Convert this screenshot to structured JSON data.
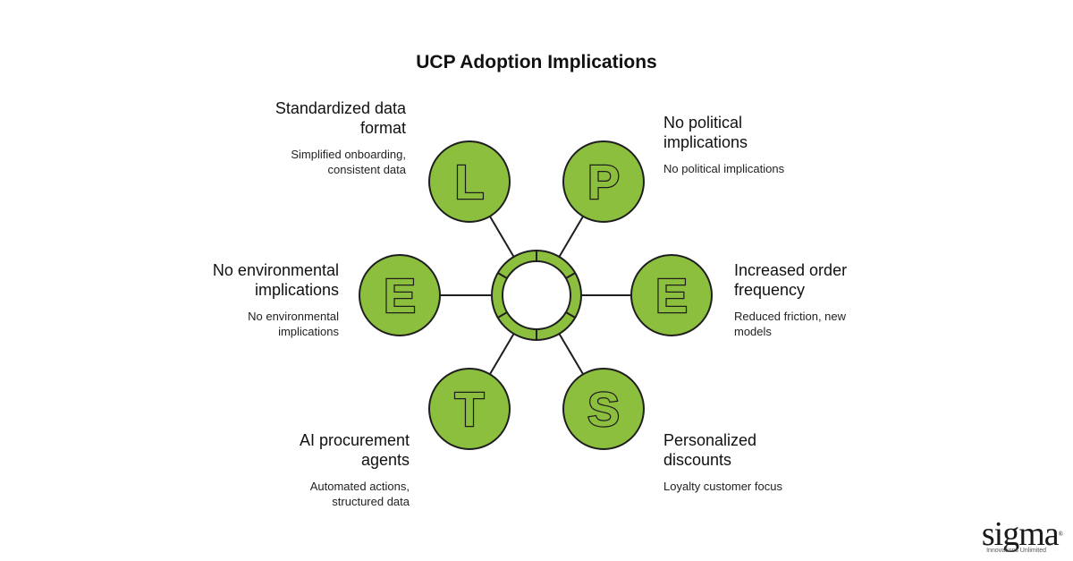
{
  "title": "UCP Adoption Implications",
  "colors": {
    "node_fill": "#8DBF3E",
    "stroke": "#1e1e1e",
    "hub_fill": "#ffffff"
  },
  "factors": [
    {
      "id": "legal",
      "letter": "L",
      "heading": "Standardized data format",
      "heading_lines": [
        "Standardized data",
        "format"
      ],
      "description_lines": [
        "Simplified onboarding,",
        "consistent data"
      ]
    },
    {
      "id": "political",
      "letter": "P",
      "heading": "No political implications",
      "heading_lines": [
        "No political",
        "implications"
      ],
      "description_lines": [
        "No political implications"
      ]
    },
    {
      "id": "economic",
      "letter": "E",
      "heading": "Increased order frequency",
      "heading_lines": [
        "Increased order",
        "frequency"
      ],
      "description_lines": [
        "Reduced friction, new",
        "models"
      ]
    },
    {
      "id": "social",
      "letter": "S",
      "heading": "Personalized discounts",
      "heading_lines": [
        "Personalized",
        "discounts"
      ],
      "description_lines": [
        "Loyalty customer focus"
      ]
    },
    {
      "id": "technological",
      "letter": "T",
      "heading": "AI procurement agents",
      "heading_lines": [
        "AI procurement",
        "agents"
      ],
      "description_lines": [
        "Automated actions,",
        "structured data"
      ]
    },
    {
      "id": "environmental",
      "letter": "E",
      "heading": "No environmental implications",
      "heading_lines": [
        "No environmental",
        "implications"
      ],
      "description_lines": [
        "No environmental",
        "implications"
      ]
    }
  ],
  "logo": {
    "wordmark": "sigma",
    "registered": "®",
    "tagline": "Innovations Unlimited"
  }
}
